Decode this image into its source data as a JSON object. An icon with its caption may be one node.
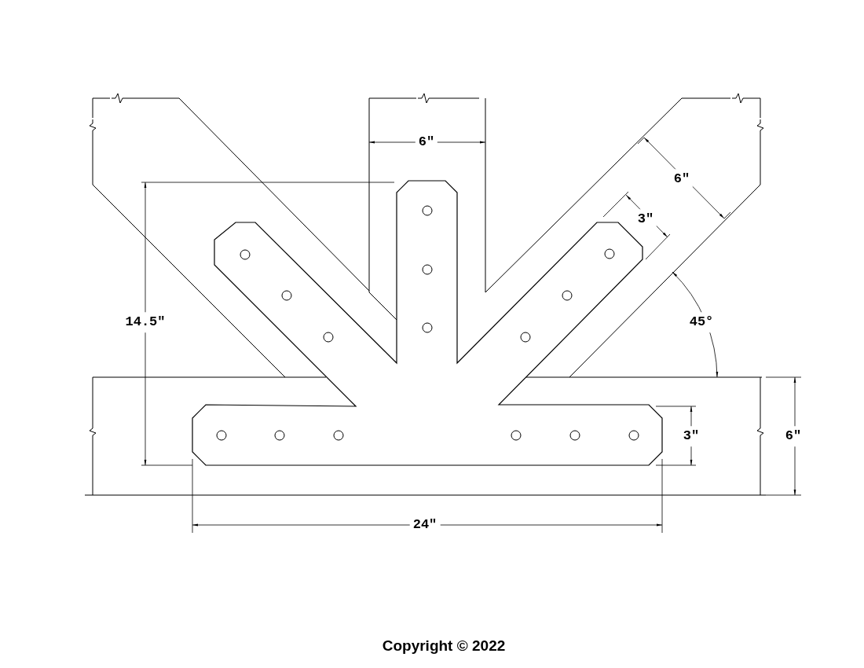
{
  "diagram": {
    "labels": [
      "6\"",
      "6\"",
      "3\"",
      "14.5\"",
      "45°",
      "3\"",
      "6\"",
      "24\""
    ],
    "caption": "Copyright © 2022"
  }
}
